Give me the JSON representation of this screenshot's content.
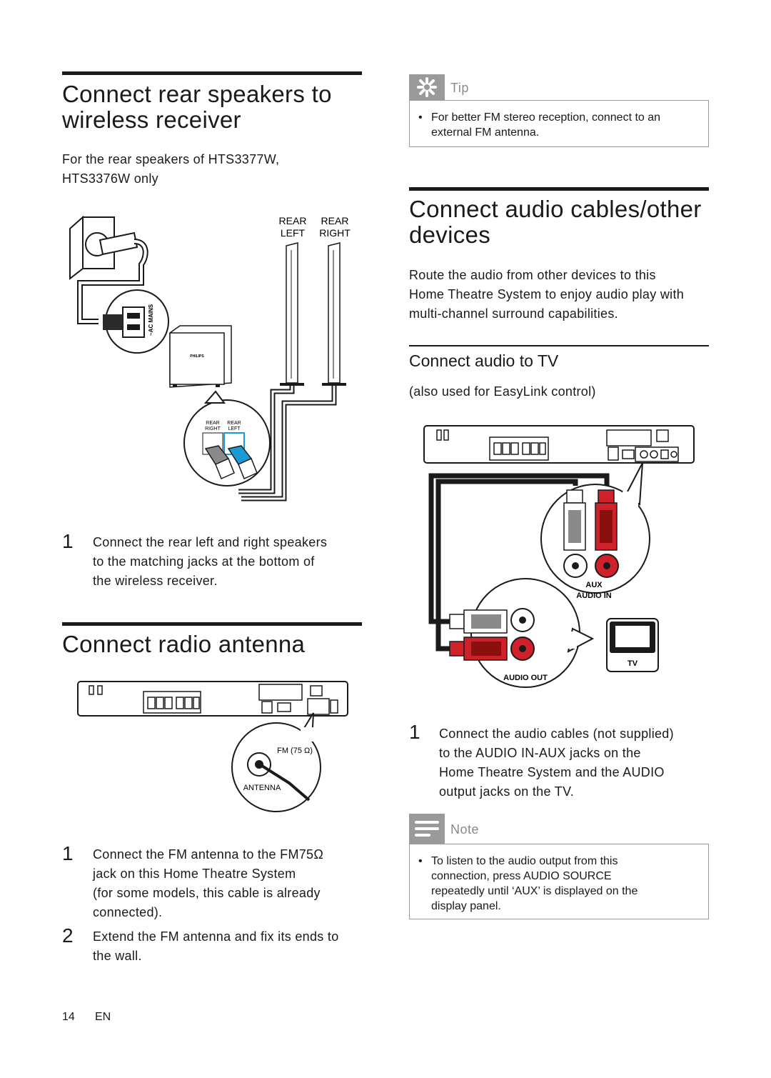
{
  "left": {
    "section1": {
      "title_line1": "Connect rear speakers to",
      "title_line2": "wireless receiver",
      "intro_line1": "For the rear speakers of HTS3377W,",
      "intro_line2": "HTS3376W only",
      "figure": {
        "speaker_label_left_1": "REAR",
        "speaker_label_left_2": "LEFT",
        "speaker_label_right_1": "REAR",
        "speaker_label_right_2": "RIGHT",
        "mains_label": "~AC MAINS",
        "brand": "PHILIPS",
        "jack_label_1a": "REAR",
        "jack_label_1b": "RIGHT",
        "jack_label_2a": "REAR",
        "jack_label_2b": "LEFT"
      },
      "step1_num": "1",
      "step1_line1": "Connect the rear left and right speakers",
      "step1_line2": "to the matching jacks at the bottom of",
      "step1_line3": "the wireless receiver."
    },
    "section2": {
      "title": "Connect radio antenna",
      "figure": {
        "fm_label": "FM (75 Ω)",
        "antenna_label": "ANTENNA"
      },
      "step1_num": "1",
      "step1_line1": "Connect the FM antenna to the FM75Ω",
      "step1_line2": "jack on this Home Theatre System",
      "step1_line3": "(for some models, this cable is already",
      "step1_line4": "connected).",
      "step2_num": "2",
      "step2_line1": "Extend the FM antenna and fix its ends to",
      "step2_line2": "the wall."
    }
  },
  "right": {
    "tip": {
      "label": "Tip",
      "line1": "For better FM stereo reception, connect to an",
      "line2": "external FM antenna."
    },
    "section3": {
      "title_line1": "Connect audio cables/other",
      "title_line2": "devices",
      "para_line1": "Route the audio from other devices to this",
      "para_line2": "Home Theatre System to enjoy audio play with",
      "para_line3": "multi-channel surround capabilities.",
      "subtitle": "Connect audio to TV",
      "subnote": "(also used for EasyLink control)",
      "figure": {
        "aux_label_1": "AUX",
        "aux_label_2": "AUDIO IN",
        "audio_out_label": "AUDIO OUT",
        "tv_label": "TV"
      },
      "step1_num": "1",
      "step1_line1": "Connect the audio cables (not supplied)",
      "step1_line2": "to the AUDIO IN-AUX jacks on the",
      "step1_line3": "Home Theatre System and the AUDIO",
      "step1_line4": "output jacks on the TV."
    },
    "note": {
      "label": "Note",
      "line1": "To listen to the audio output from this",
      "line2": "connection, press AUDIO SOURCE",
      "line3": "repeatedly until ‘AUX’ is displayed on the",
      "line4": "display panel."
    }
  },
  "footer": {
    "page_number": "14",
    "language": "EN"
  },
  "colors": {
    "text": "#1a1a1a",
    "callout_gray": "#9a9a9a",
    "audio_red": "#d0202a",
    "speaker_blue": "#1b9ad6"
  }
}
